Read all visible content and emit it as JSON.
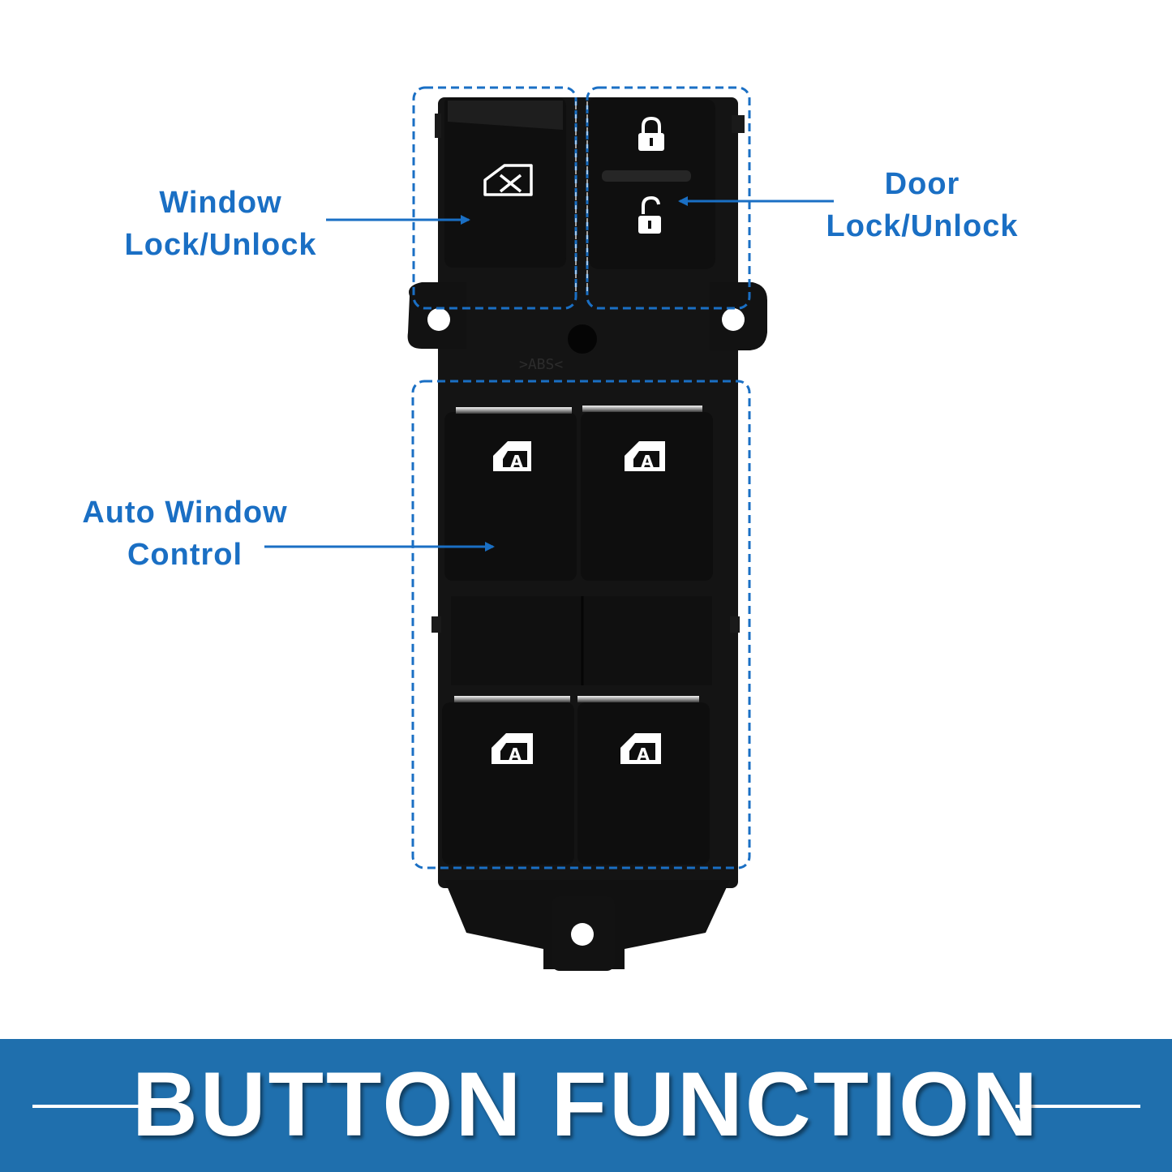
{
  "labels": {
    "window_lock_line1": "Window",
    "window_lock_line2": "Lock/Unlock",
    "door_lock_line1": "Door",
    "door_lock_line2": "Lock/Unlock",
    "auto_window_line1": "Auto Window",
    "auto_window_line2": "Control"
  },
  "banner": {
    "title": "BUTTON FUNCTION"
  },
  "colors": {
    "accent_blue": "#1a6fc4",
    "banner_blue": "#1f6fad",
    "switch_body": "#0d0d0d"
  },
  "icons": {
    "window_lock": "window-lock-icon",
    "door_lock": "padlock-closed-icon",
    "door_unlock": "padlock-open-icon",
    "auto_window": "auto-window-icon"
  }
}
